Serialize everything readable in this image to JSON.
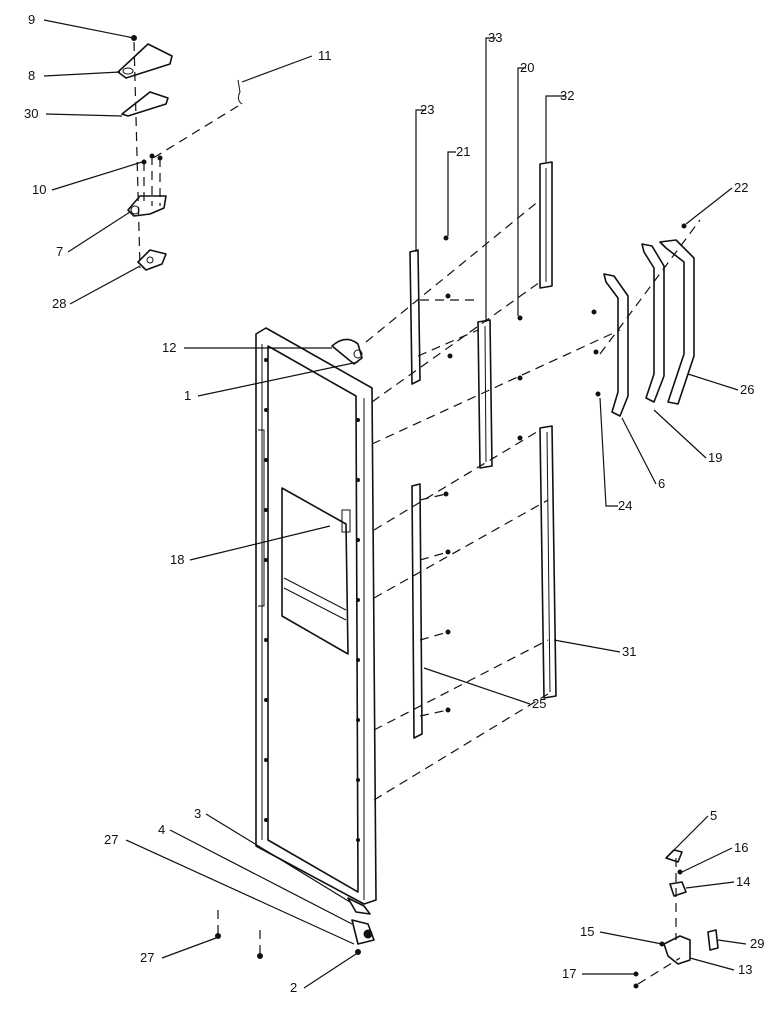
{
  "callouts": [
    "1",
    "2",
    "3",
    "4",
    "5",
    "6",
    "7",
    "8",
    "9",
    "10",
    "11",
    "12",
    "13",
    "14",
    "15",
    "16",
    "17",
    "18",
    "19",
    "20",
    "21",
    "22",
    "23",
    "24",
    "25",
    "26",
    "27",
    "27",
    "28",
    "29",
    "30",
    "31",
    "32",
    "33"
  ]
}
